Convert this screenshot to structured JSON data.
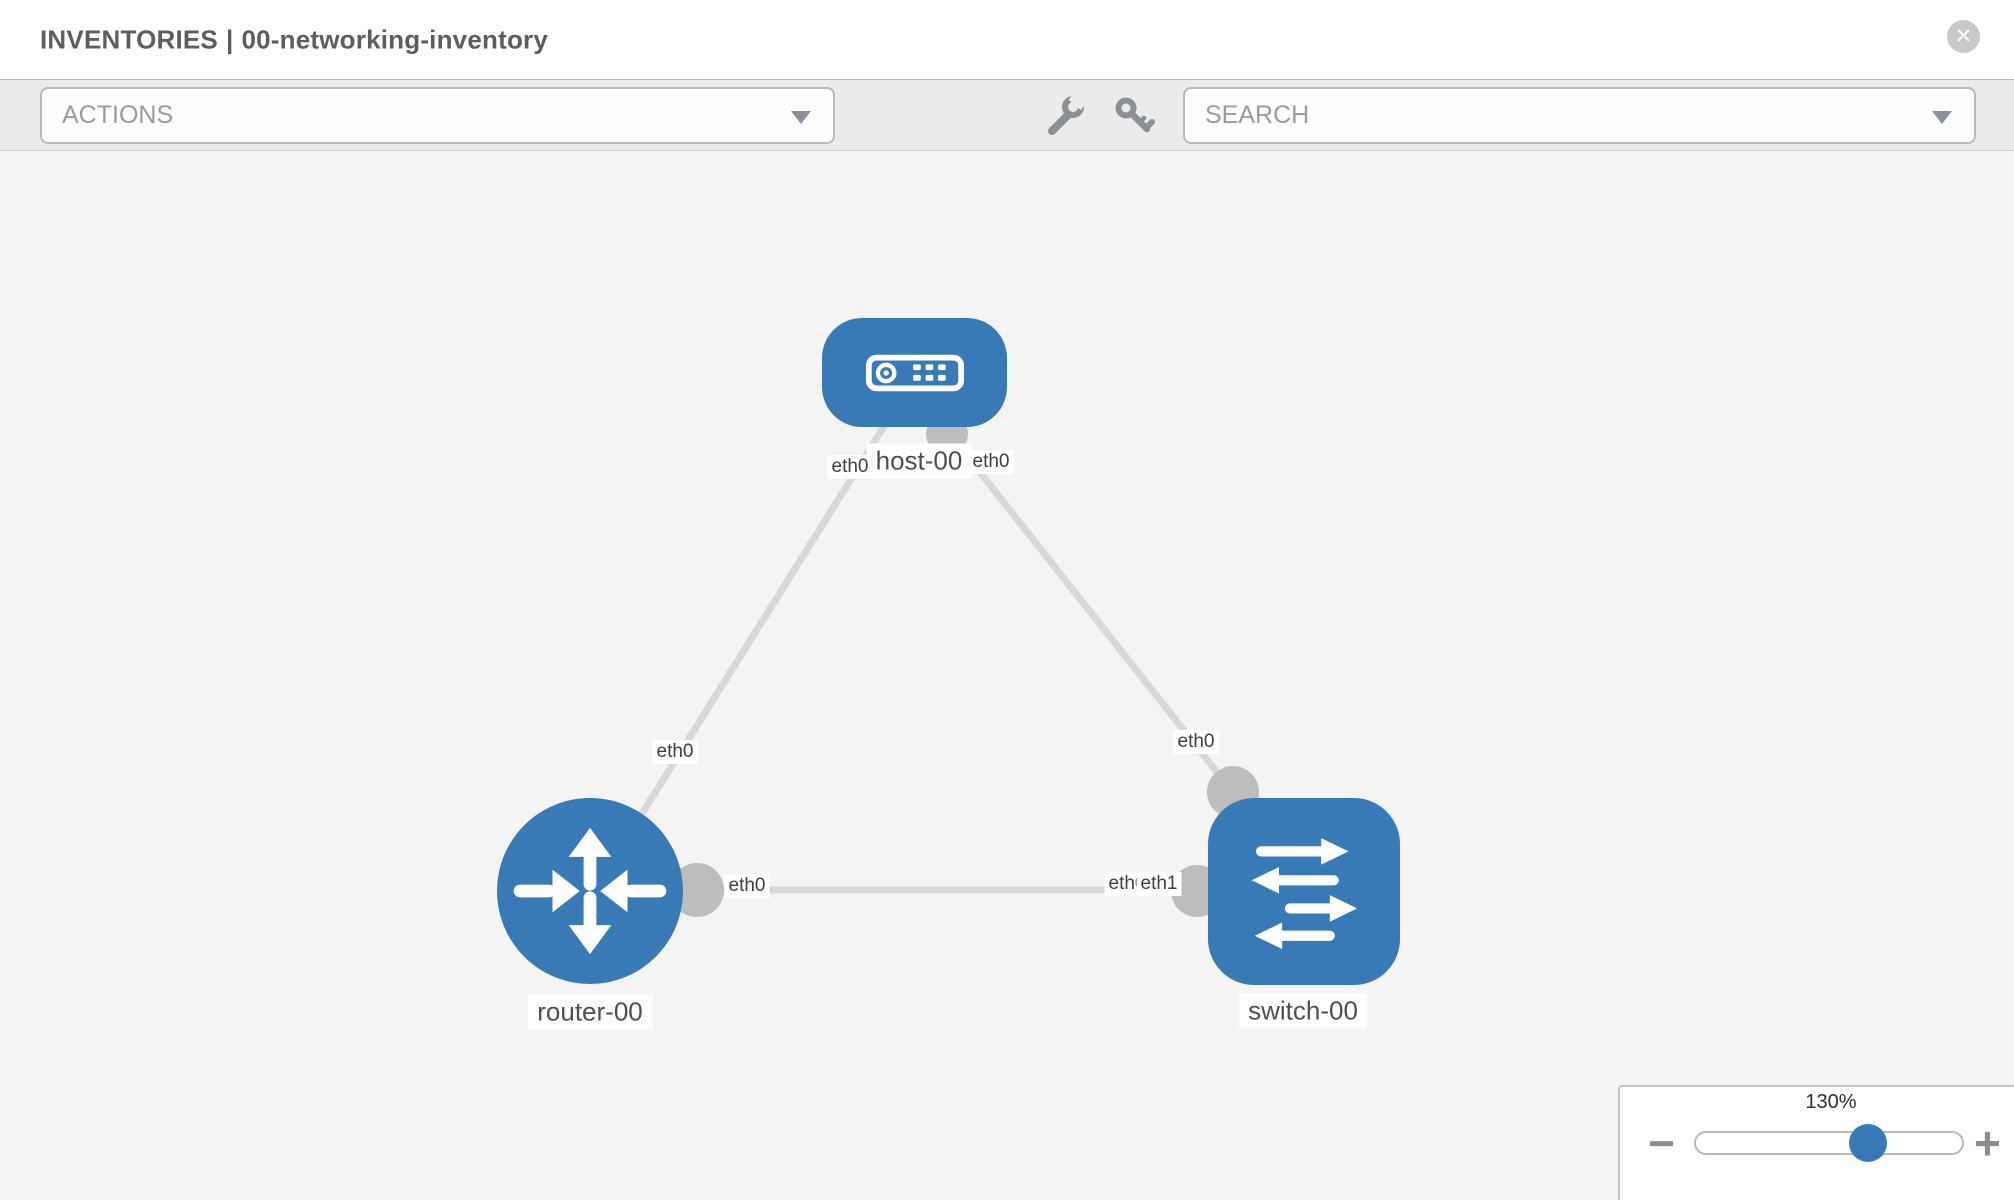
{
  "header": {
    "section": "INVENTORIES",
    "separator": "|",
    "inventory_name": "00-networking-inventory",
    "close_icon": "circle-x",
    "close_glyph": "✕"
  },
  "toolbar": {
    "actions_label": "ACTIONS",
    "search_label": "SEARCH",
    "icons": [
      "wrench-icon",
      "key-icon"
    ]
  },
  "topology": {
    "nodes": [
      {
        "label": "host-00",
        "type": "host",
        "shape": "rounded-rect"
      },
      {
        "label": "router-00",
        "type": "router",
        "shape": "circle"
      },
      {
        "label": "switch-00",
        "type": "switch",
        "shape": "rounded-square"
      }
    ],
    "links": [
      {
        "from": "router-00",
        "from_port": "eth0",
        "to": "host-00",
        "to_port": "eth0"
      },
      {
        "from": "switch-00",
        "from_port": "eth0",
        "to": "host-00",
        "to_port": "eth0"
      },
      {
        "from": "router-00",
        "from_port": "eth0",
        "to": "switch-00",
        "to_port": "eth1",
        "to_port_overlapped": "eth0"
      }
    ]
  },
  "zoom_control": {
    "level": "130%",
    "minus_label": "−",
    "plus_label": "+"
  },
  "colors": {
    "node_blue": "#377ab5",
    "link_gray": "#d8d8d8",
    "port_gray": "#bdbdbd",
    "toolbar_bg": "#ebebeb",
    "canvas_bg": "#f4f4f4"
  }
}
